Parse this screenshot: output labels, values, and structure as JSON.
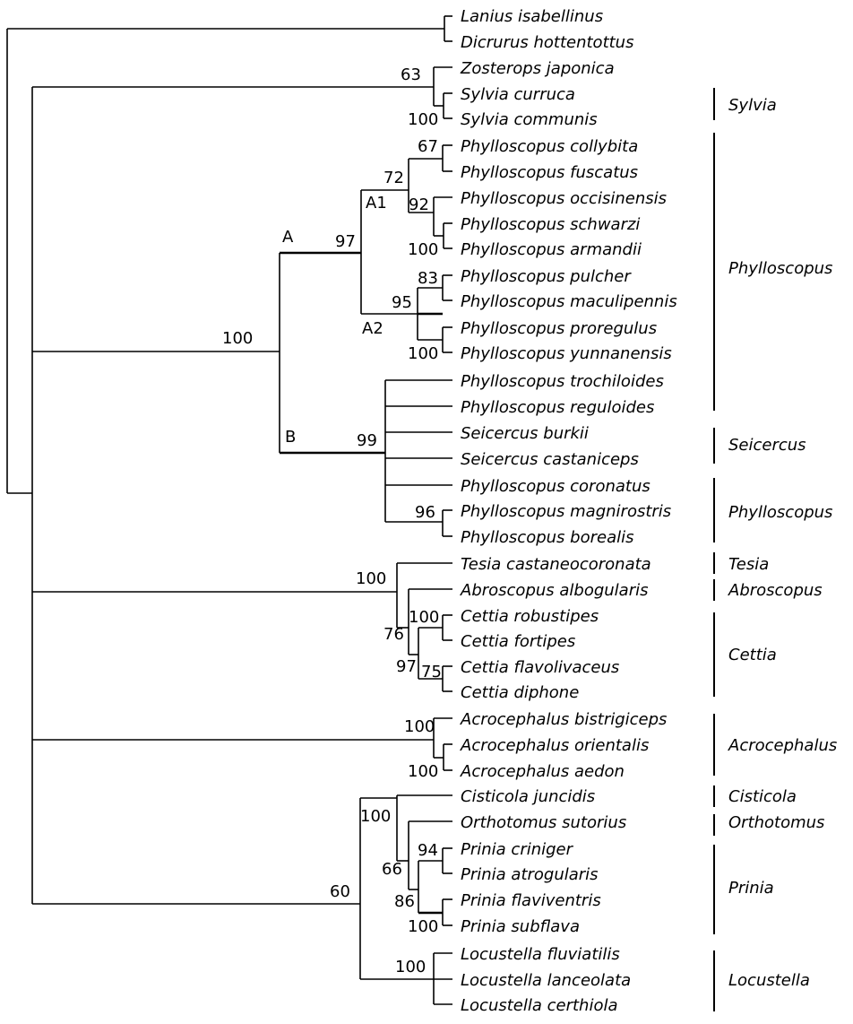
{
  "taxa": [
    "Lanius isabellinus",
    "Dicrurus hottentottus",
    "Zosterops japonica",
    "Sylvia curruca",
    "Sylvia communis",
    "Phylloscopus collybita",
    "Phylloscopus fuscatus",
    "Phylloscopus occisinensis",
    "Phylloscopus schwarzi",
    "Phylloscopus armandii",
    "Phylloscopus pulcher",
    "Phylloscopus maculipennis",
    "Phylloscopus proregulus",
    "Phylloscopus yunnanensis",
    "Phylloscopus trochiloides",
    "Phylloscopus reguloides",
    "Seicercus burkii",
    "Seicercus castaniceps",
    "Phylloscopus coronatus",
    "Phylloscopus magnirostris",
    "Phylloscopus borealis",
    "Tesia castaneocoronata",
    "Abroscopus albogularis",
    "Cettia robustipes",
    "Cettia fortipes",
    "Cettia flavolivaceus",
    "Cettia diphone",
    "Acrocephalus bistrigiceps",
    "Acrocephalus orientalis",
    "Acrocephalus aedon",
    "Cisticola juncidis",
    "Orthotomus sutorius",
    "Prinia criniger",
    "Prinia atrogularis",
    "Prinia flaviventris",
    "Prinia subflava",
    "Locustella fluviatilis",
    "Locustella lanceolata",
    "Locustella certhiola"
  ],
  "supports": {
    "s_zost": "63",
    "s_sylvia": "100",
    "s_coll": "67",
    "s_a1": "72",
    "s_occ": "92",
    "s_arm": "100",
    "s_a": "97",
    "s_pul": "83",
    "s_a2": "95",
    "s_pro": "100",
    "s_root": "100",
    "s_b": "99",
    "s_mag": "96",
    "s_tesia": "100",
    "s_cet76": "76",
    "s_cet100": "100",
    "s_cet97": "97",
    "s_cet75": "75",
    "s_acro1": "100",
    "s_acro2": "100",
    "s_60": "60",
    "s_cist": "100",
    "s_orth": "66",
    "s_pri94": "94",
    "s_pri86": "86",
    "s_pri100": "100",
    "s_locu": "100"
  },
  "clade_labels": {
    "A": "A",
    "B": "B",
    "A1": "A1",
    "A2": "A2"
  },
  "genera": [
    "Sylvia",
    "Phylloscopus",
    "Seicercus",
    "Phylloscopus",
    "Tesia",
    "Abroscopus",
    "Cettia",
    "Acrocephalus",
    "Cisticola",
    "Orthotomus",
    "Prinia",
    "Locustella"
  ]
}
